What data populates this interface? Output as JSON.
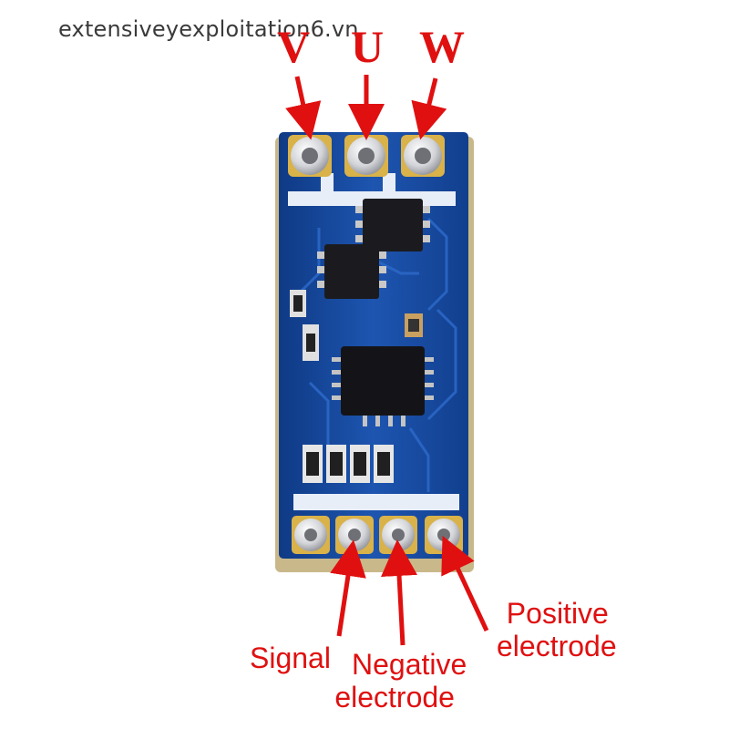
{
  "watermark": "extensiveyexploitation6.vn",
  "phase_labels": {
    "v": "V",
    "u": "U",
    "w": "W"
  },
  "pin_labels": {
    "signal": "Signal",
    "negative_line1": "Negative",
    "negative_line2": "electrode",
    "positive_line1": "Positive",
    "positive_line2": "electrode"
  },
  "colors": {
    "annotation": "#e01010",
    "pcb": "#1a4fa8",
    "silkscreen": "#ffffff"
  }
}
